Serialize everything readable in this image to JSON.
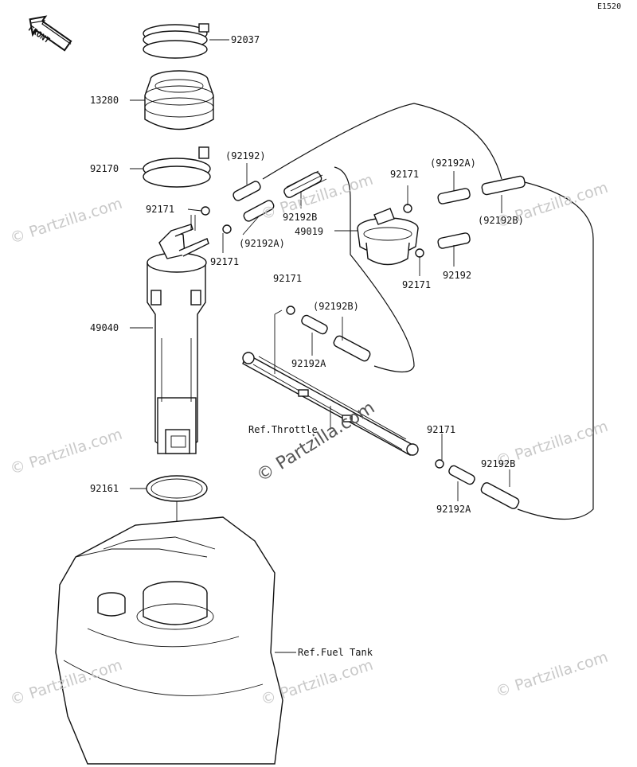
{
  "diagram_code": "E1520",
  "front_label": "FRONT",
  "watermark_text": "© Partzilla.com",
  "callouts": {
    "c92037": "92037",
    "c13280": "13280",
    "c92170": "92170",
    "c92171_a": "92171",
    "c49040": "49040",
    "c92161": "92161",
    "c92192_a": "(92192)",
    "c92192B_a": "92192B",
    "c92192A_a": "(92192A)",
    "c92171_b": "92171",
    "c92171_c": "92171",
    "c92192A_b": "(92192A)",
    "c49019": "49019",
    "c92192B_b": "(92192B)",
    "c92192_b": "92192",
    "c92171_d": "92171",
    "c92171_e": "92171",
    "c92192B_c": "(92192B)",
    "c92192A_c": "92192A",
    "c92171_f": "92171",
    "c92192B_d": "92192B",
    "c92192A_d": "92192A",
    "ref_throttle": "Ref.Throttle",
    "ref_fuel_tank": "Ref.Fuel Tank"
  }
}
